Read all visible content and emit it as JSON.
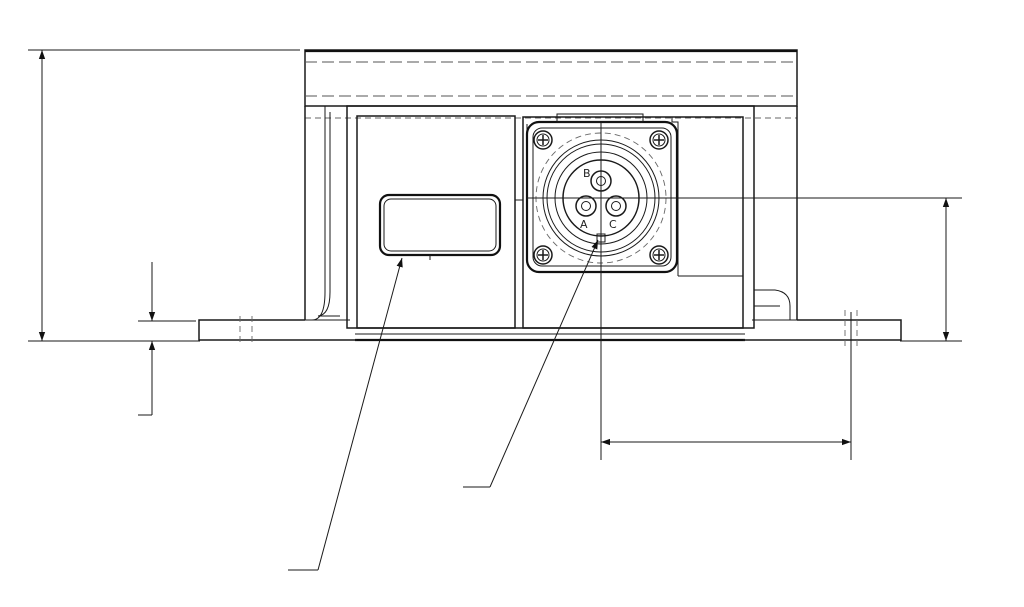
{
  "connector": {
    "pins": [
      {
        "label": "B"
      },
      {
        "label": "A"
      },
      {
        "label": "C"
      }
    ]
  }
}
